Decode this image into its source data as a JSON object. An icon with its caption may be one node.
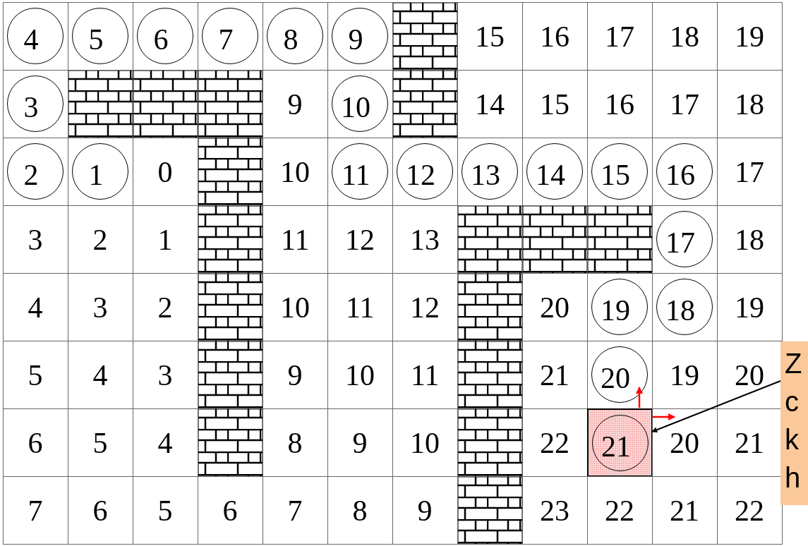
{
  "diagram": {
    "nodes": [
      {
        "text": [
          "21"
        ]
      },
      {
        "text": [
          "Z c k h"
        ]
      }
    ],
    "edges": [
      {
        "from": 1,
        "to": 0,
        "arrow": "to"
      }
    ],
    "labels": [
      "4",
      "5",
      "6",
      "7",
      "8",
      "9",
      "15",
      "16",
      "17",
      "18",
      "19",
      "3",
      "9",
      "10",
      "14",
      "15",
      "16",
      "17",
      "18",
      "2",
      "1",
      "0",
      "10",
      "11",
      "12",
      "13",
      "14",
      "15",
      "16",
      "17",
      "3",
      "2",
      "1",
      "11",
      "12",
      "13",
      "17",
      "18",
      "4",
      "3",
      "2",
      "10",
      "11",
      "12",
      "20",
      "19",
      "18",
      "19",
      "5",
      "4",
      "3",
      "9",
      "10",
      "11",
      "21",
      "20",
      "19",
      "20",
      "6",
      "5",
      "4",
      "8",
      "9",
      "10",
      "22",
      "20",
      "21",
      "7",
      "6",
      "5",
      "6",
      "7",
      "8",
      "9",
      "23",
      "22",
      "21",
      "22"
    ]
  }
}
